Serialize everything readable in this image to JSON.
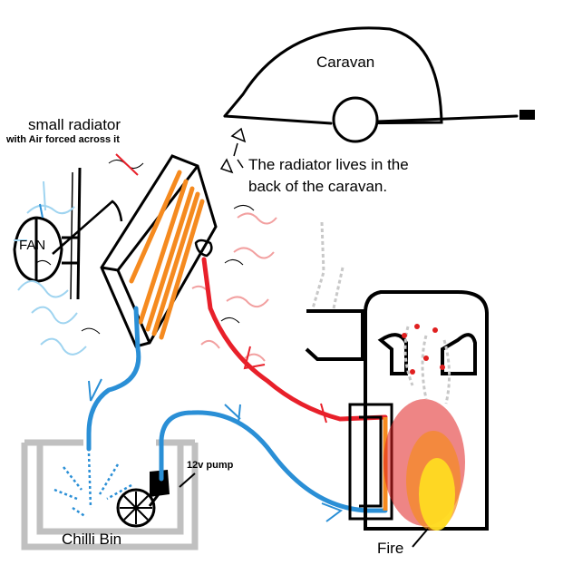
{
  "labels": {
    "caravan": "Caravan",
    "small_radiator": "small radiator",
    "air_forced": "with Air forced across it",
    "fan": "FAN",
    "note_line1": "The radiator lives in the",
    "note_line2": "back of the caravan.",
    "pump": "12v pump",
    "chilli_bin": "Chilli Bin",
    "fire": "Fire"
  },
  "colors": {
    "hot_pipe": "#e8202a",
    "cold_pipe": "#2a8fd6",
    "radiator_coil": "#f58a1f",
    "air_hot": "#f2a0a0",
    "air_cold": "#9fd4f0",
    "flame_red": "#e02020",
    "flame_yellow": "#ffe020",
    "smoke": "#c8c8c8",
    "ink": "#000000",
    "bin_outline": "#c0c0c0"
  }
}
